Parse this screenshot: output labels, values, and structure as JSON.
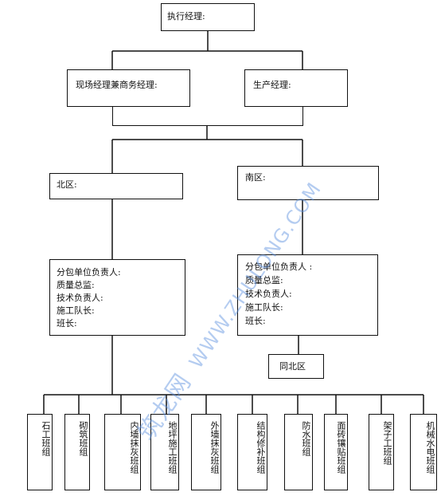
{
  "nodes": {
    "exec": "执行经理:",
    "site_business": "现场经理兼商务经理:",
    "production": "生产经理:",
    "north": "北区:",
    "south": "南区:",
    "same_as_north": "同北区"
  },
  "north_details": [
    "分包单位负责人:",
    "质量总监:",
    "技术负责人:",
    "施工队长:",
    "班长:"
  ],
  "south_details": [
    "分包单位负责人 :",
    "质量总监:",
    "技术负责人:",
    "施工队长:",
    "班长:"
  ],
  "teams": [
    "石工班组",
    "砌筑班组",
    "内墙抹灰班组",
    "地坪施工班组",
    "外墙抹灰班组",
    "结构修补班组",
    "防水班组",
    "面砖镶贴班组",
    "架子工班组",
    "机械水电班组"
  ],
  "watermark": {
    "cn": "筑龙网",
    "en": "WWW.ZHULONG.COM",
    "color": "#5b8fe0"
  }
}
